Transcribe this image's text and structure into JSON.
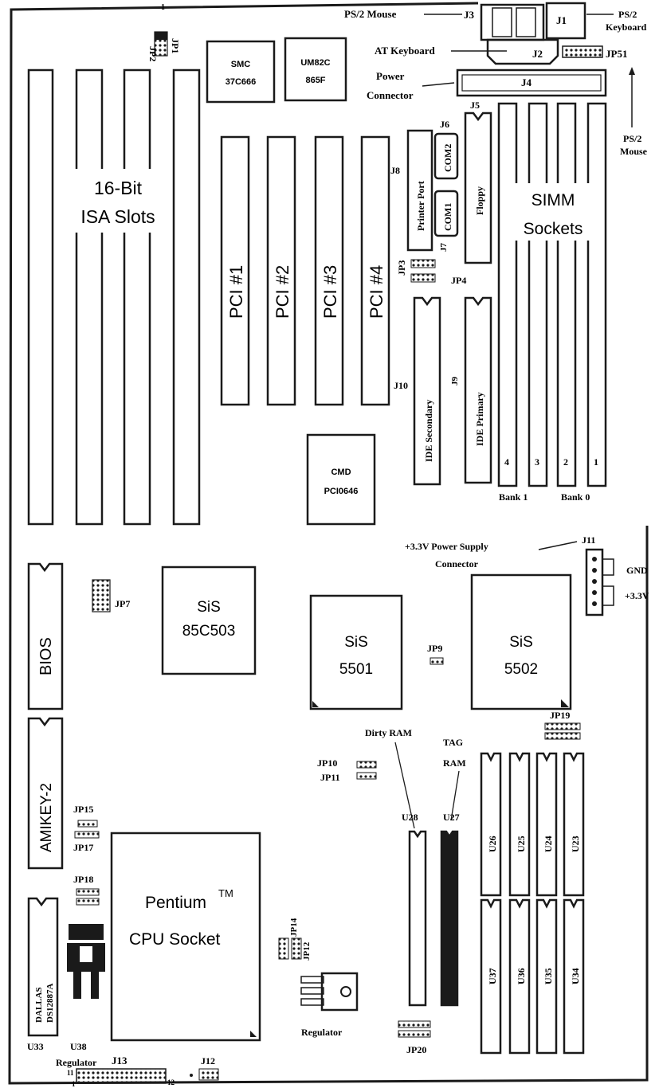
{
  "labels": {
    "ps2_mouse_top": "PS/2 Mouse",
    "j3": "J3",
    "j1": "J1",
    "ps2_keyboard": "PS/2 Keyboard",
    "at_keyboard": "AT Keyboard",
    "j2": "J2",
    "jp51": "JP51",
    "power_connector": "Power Connector",
    "j4": "J4",
    "ps2_mouse_right": "PS/2 Mouse",
    "jp1": "JP1",
    "jp1_pin": "1",
    "smc_chip": "SMC 37C666",
    "umc_chip": "UM82C 865F",
    "isa_slots": "16-Bit ISA Slots",
    "pci1": "PCI #1",
    "pci2": "PCI #2",
    "pci3": "PCI #3",
    "pci4": "PCI #4",
    "j5": "J5",
    "j6": "J6",
    "j8": "J8",
    "com2": "COM2",
    "com1": "COM1",
    "printer_port": "Printer Port",
    "floppy": "Floppy",
    "jp3": "JP3",
    "jp4": "JP4",
    "simm_sockets": "SIMM Sockets",
    "j10": "J10",
    "j9": "J9",
    "ide_secondary": "IDE Secondary",
    "ide_primary": "IDE Primary",
    "simm_num_4": "4",
    "simm_num_3": "3",
    "simm_num_2": "2",
    "simm_num_1": "1",
    "bank1": "Bank 1",
    "bank0": "Bank 0",
    "cmd_chip": "CMD PCI0646",
    "power_supply_33": "+3.3V Power Supply Connector",
    "j11": "J11",
    "gnd": "GND",
    "v33": "+3.3V",
    "bios": "BIOS",
    "jp7": "JP7",
    "sis503": "SiS 85C503",
    "sis5501": "SiS 5501",
    "jp9": "JP9",
    "sis5502": "SiS 5502",
    "jp19": "JP19",
    "dirty_ram": "Dirty RAM",
    "tag_ram": "TAG RAM",
    "jp10": "JP10",
    "jp11": "JP11",
    "amikey": "AMIKEY-2",
    "jp15": "JP15",
    "jp17": "JP17",
    "jp18": "JP18",
    "cpu_socket_line1": "Pentium",
    "cpu_socket_tm": "TM",
    "cpu_socket_line2": "CPU Socket",
    "u28": "U28",
    "u27": "U27",
    "u26": "U26",
    "u25": "U25",
    "u24": "U24",
    "u23": "U23",
    "u37": "U37",
    "u36": "U36",
    "u35": "U35",
    "u34": "U34",
    "dallas_line1": "DALLAS",
    "dallas_line2": "DS12887A",
    "u33": "U33",
    "u38": "U38",
    "regulator_left": "Regulator",
    "jp14": "JP14",
    "jp12": "JP12",
    "regulator_right": "Regulator",
    "jp20": "JP20",
    "j13": "J13",
    "j13_pin11": "11",
    "j13_pin1": "1",
    "j13_pin12": "12",
    "j12": "J12"
  },
  "colors": {
    "ink": "#1a1a1a",
    "paper": "#ffffff"
  }
}
